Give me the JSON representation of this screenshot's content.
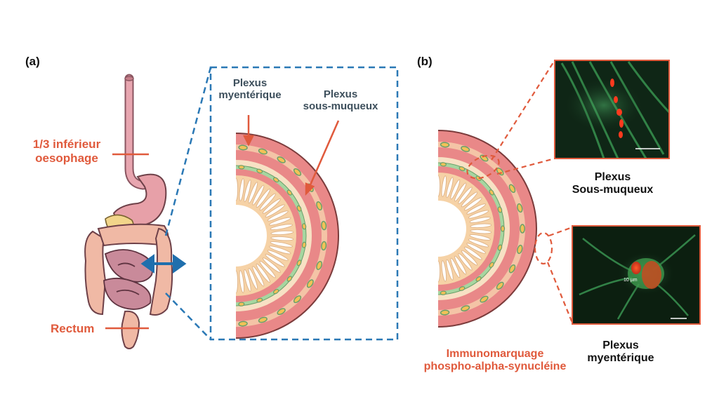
{
  "panel_a": {
    "tag": "(a)",
    "label_esophagus_line1": "1/3 inférieur",
    "label_esophagus_line2": "oesophage",
    "label_rectum": "Rectum",
    "callout_myenteric_line1": "Plexus",
    "callout_myenteric_line2": "myentérique",
    "callout_submucosal_line1": "Plexus",
    "callout_submucosal_line2": "sous-muqueux"
  },
  "panel_b": {
    "tag": "(b)",
    "photo_submucosal_label_line1": "Plexus",
    "photo_submucosal_label_line2": "Sous-muqueux",
    "photo_myenteric_label_line1": "Plexus",
    "photo_myenteric_label_line2": "myentérique",
    "scale_label": "10 µm",
    "stain_label_line1": "Immunomarquage",
    "stain_label_line2": "phospho-alpha-synucléine"
  },
  "colors": {
    "accent_orange": "#e05a3c",
    "dashed_blue": "#2a78b5",
    "text_slate": "#3d4f5c",
    "gut_pink": "#e9a3a3",
    "wall_red": "#e77e7e",
    "mucosa_tan": "#f6d2a6",
    "plexus_green": "#9ccf9e",
    "fluorescence_green": "#3aa35a",
    "fluorescence_red": "#ff4020"
  }
}
